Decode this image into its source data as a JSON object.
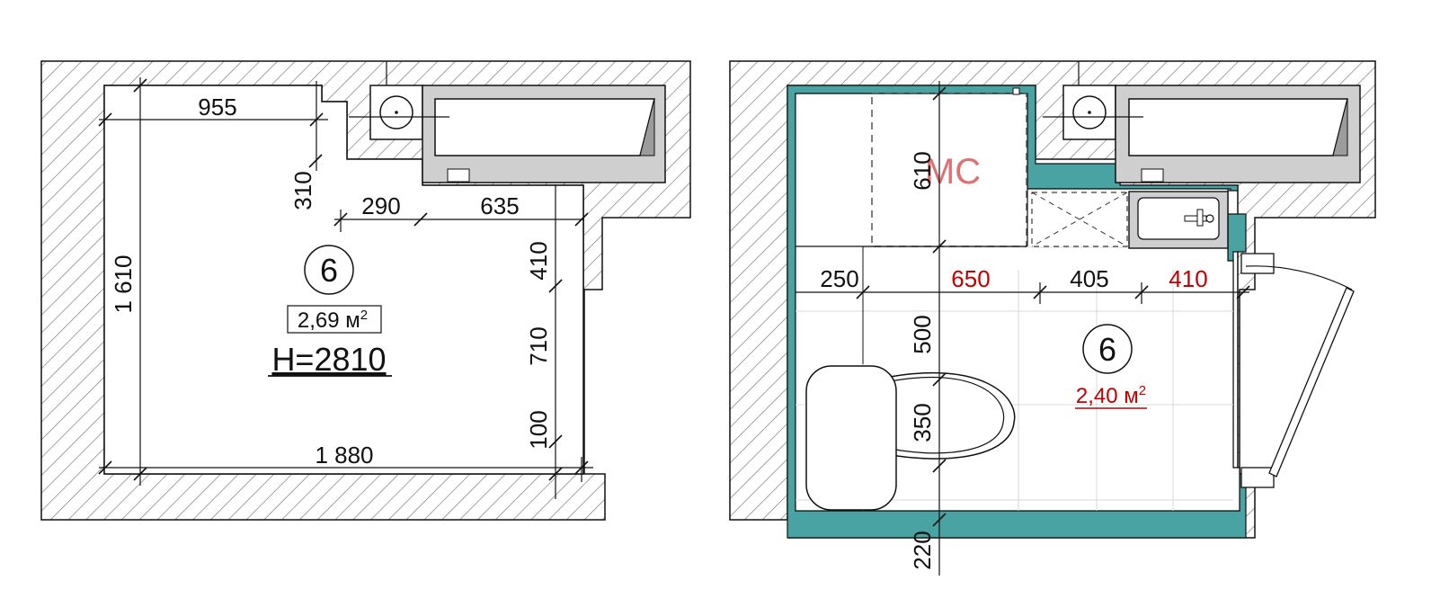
{
  "colors": {
    "wall_hatch": "#8a8a8a",
    "wall_bg": "#ffffff",
    "teal_finish": "#4aa3a3",
    "fixture_gray": "#cfcfcf",
    "dim_red": "#c00000",
    "ms_label": "#e07070"
  },
  "before_plan": {
    "room_number": "6",
    "area": "2,69 м",
    "area_sup": "2",
    "height": "H=2810",
    "dimensions": {
      "width_top": "955",
      "niche_depth": "310",
      "seg_290": "290",
      "seg_635": "635",
      "seg_410": "410",
      "seg_710": "710",
      "seg_100": "100",
      "height_total": "1 610",
      "width_total": "1 880"
    }
  },
  "after_plan": {
    "room_number": "6",
    "area": "2,40 м",
    "area_sup": "2",
    "ms_label": "МС",
    "dimensions": {
      "v_610": "610",
      "h_250": "250",
      "h_650": "650",
      "h_405": "405",
      "h_410": "410",
      "v_500": "500",
      "v_350": "350",
      "v_220": "220"
    }
  }
}
